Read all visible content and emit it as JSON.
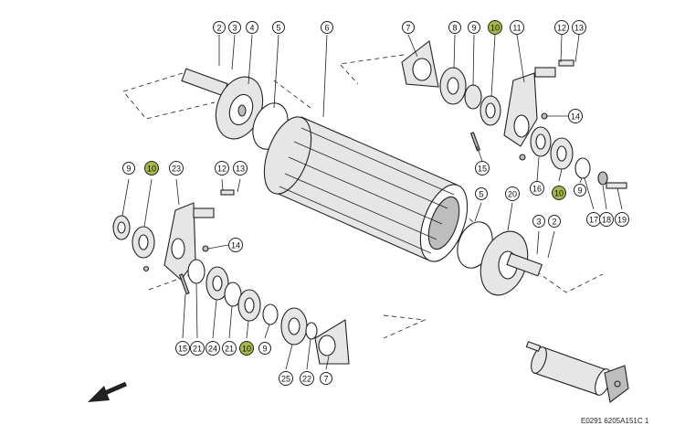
{
  "diagram": {
    "reference_code": "E0291 6205A151C 1",
    "highlight_color": "#a6b84a",
    "callouts": [
      {
        "id": "c-2-top",
        "label": "2",
        "highlighted": false
      },
      {
        "id": "c-3-top",
        "label": "3",
        "highlighted": false
      },
      {
        "id": "c-4",
        "label": "4",
        "highlighted": false
      },
      {
        "id": "c-5-top",
        "label": "5",
        "highlighted": false
      },
      {
        "id": "c-6",
        "label": "6",
        "highlighted": false
      },
      {
        "id": "c-7-top",
        "label": "7",
        "highlighted": false
      },
      {
        "id": "c-8",
        "label": "8",
        "highlighted": false
      },
      {
        "id": "c-9-top",
        "label": "9",
        "highlighted": false
      },
      {
        "id": "c-10-top",
        "label": "10",
        "highlighted": true
      },
      {
        "id": "c-11",
        "label": "11",
        "highlighted": false
      },
      {
        "id": "c-12-top",
        "label": "12",
        "highlighted": false
      },
      {
        "id": "c-13-top",
        "label": "13",
        "highlighted": false
      },
      {
        "id": "c-14-top",
        "label": "14",
        "highlighted": false
      },
      {
        "id": "c-15-top",
        "label": "15",
        "highlighted": false
      },
      {
        "id": "c-16",
        "label": "16",
        "highlighted": false
      },
      {
        "id": "c-9-right",
        "label": "9",
        "highlighted": false
      },
      {
        "id": "c-10-right",
        "label": "10",
        "highlighted": true
      },
      {
        "id": "c-17",
        "label": "17",
        "highlighted": false
      },
      {
        "id": "c-18",
        "label": "18",
        "highlighted": false
      },
      {
        "id": "c-19",
        "label": "19",
        "highlighted": false
      },
      {
        "id": "c-5-mid",
        "label": "5",
        "highlighted": false
      },
      {
        "id": "c-20",
        "label": "20",
        "highlighted": false
      },
      {
        "id": "c-3-mid",
        "label": "3",
        "highlighted": false
      },
      {
        "id": "c-2-mid",
        "label": "2",
        "highlighted": false
      },
      {
        "id": "c-9-left",
        "label": "9",
        "highlighted": false
      },
      {
        "id": "c-10-left",
        "label": "10",
        "highlighted": true
      },
      {
        "id": "c-23",
        "label": "23",
        "highlighted": false
      },
      {
        "id": "c-12-left",
        "label": "12",
        "highlighted": false
      },
      {
        "id": "c-13-left",
        "label": "13",
        "highlighted": false
      },
      {
        "id": "c-14-left",
        "label": "14",
        "highlighted": false
      },
      {
        "id": "c-15-bot",
        "label": "15",
        "highlighted": false
      },
      {
        "id": "c-21-a",
        "label": "21",
        "highlighted": false
      },
      {
        "id": "c-24",
        "label": "24",
        "highlighted": false
      },
      {
        "id": "c-21-b",
        "label": "21",
        "highlighted": false
      },
      {
        "id": "c-10-bot",
        "label": "10",
        "highlighted": true
      },
      {
        "id": "c-9-bot",
        "label": "9",
        "highlighted": false
      },
      {
        "id": "c-25",
        "label": "25",
        "highlighted": false
      },
      {
        "id": "c-22",
        "label": "22",
        "highlighted": false
      },
      {
        "id": "c-7-bot",
        "label": "7",
        "highlighted": false
      }
    ]
  }
}
